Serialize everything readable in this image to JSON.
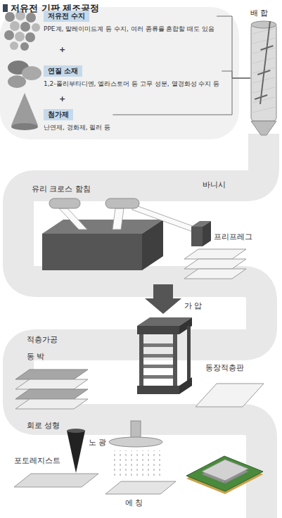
{
  "diagram": {
    "title": "저유전 기판 제조공정",
    "nodes": [
      {
        "text": [
          "저유전 수지",
          "PPE계, 말레이미드계 등 수지, 여러 종류를 혼합할 때도 있음"
        ]
      },
      {
        "text": [
          "연질 소재",
          "1,2-폴리부타디엔, 엘라스토머 등 고무 성분, 열경화성 수지 등"
        ]
      },
      {
        "text": [
          "첨가제",
          "난연제, 경화제, 필러 등"
        ]
      },
      {
        "text": [
          "배 합"
        ]
      }
    ],
    "edges": [
      {
        "from": 0,
        "to": 3,
        "arrow": "none"
      },
      {
        "from": 1,
        "to": 3,
        "arrow": "none"
      },
      {
        "from": 2,
        "to": 3,
        "arrow": "none"
      }
    ],
    "labels": [
      "+",
      "+",
      "유리 크로스 함침",
      "바니시",
      "프리프레그",
      "가 압",
      "적층가공",
      "동 박",
      "동장적층판",
      "회로 성형",
      "노 광",
      "포토레지스트",
      "에 칭"
    ]
  }
}
